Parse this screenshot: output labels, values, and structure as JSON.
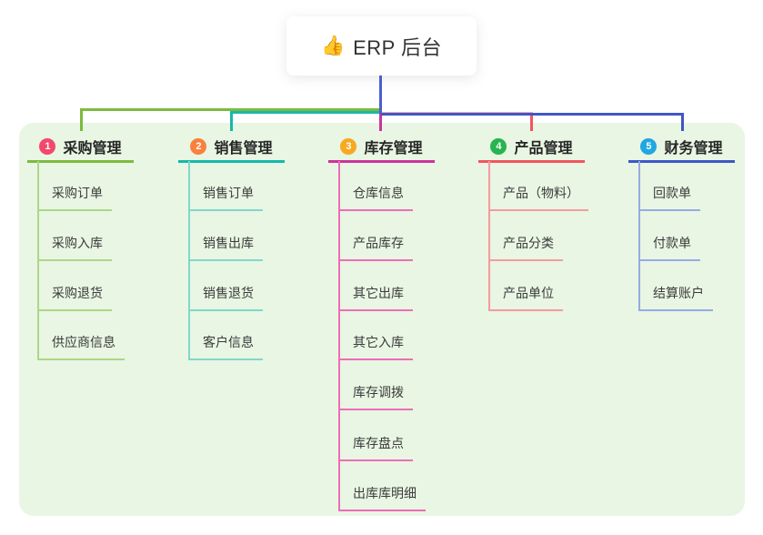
{
  "root": {
    "icon": "👍",
    "title": "ERP 后台"
  },
  "panel_color": "#e8f6e3",
  "root_connector_color": "#4c5ecf",
  "branches": [
    {
      "index": "1",
      "title": "采购管理",
      "badge_color": "#f3476c",
      "line_color": "#7dba3f",
      "light_color": "#aed687",
      "children": [
        "采购订单",
        "采购入库",
        "采购退货",
        "供应商信息"
      ]
    },
    {
      "index": "2",
      "title": "销售管理",
      "badge_color": "#f9813f",
      "line_color": "#16b8ab",
      "light_color": "#82d7cb",
      "children": [
        "销售订单",
        "销售出库",
        "销售退货",
        "客户信息"
      ]
    },
    {
      "index": "3",
      "title": "库存管理",
      "badge_color": "#f7a920",
      "line_color": "#cd339c",
      "light_color": "#ee6db8",
      "children": [
        "仓库信息",
        "产品库存",
        "其它出库",
        "其它入库",
        "库存调拨",
        "库存盘点",
        "出库库明细"
      ]
    },
    {
      "index": "4",
      "title": "产品管理",
      "badge_color": "#28b450",
      "line_color": "#f4545f",
      "light_color": "#f59ba0",
      "children": [
        "产品（物料）",
        "产品分类",
        "产品单位"
      ]
    },
    {
      "index": "5",
      "title": "财务管理",
      "badge_color": "#22a7e0",
      "line_color": "#3e57c8",
      "light_color": "#97abe6",
      "children": [
        "回款单",
        "付款单",
        "结算账户"
      ]
    }
  ]
}
